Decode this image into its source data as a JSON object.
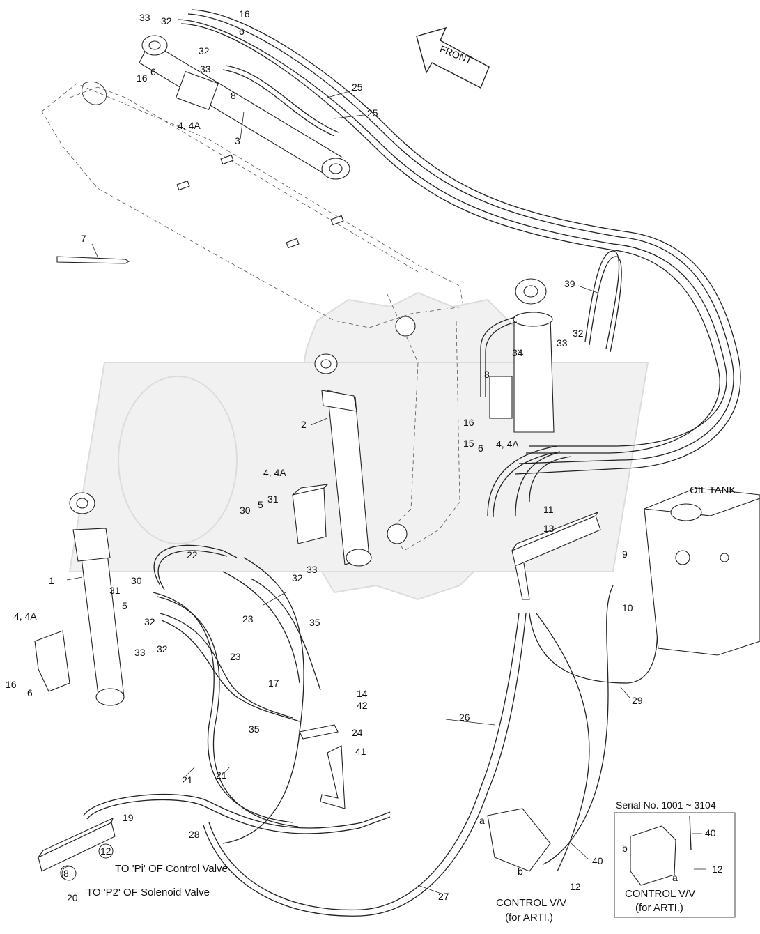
{
  "direction_arrow": {
    "text": "FRONT"
  },
  "labels": {
    "oil_tank": "OIL TANK",
    "serial": "Serial No. 1001 ~ 3104",
    "control_vv": "CONTROL V/V",
    "for_arti": "(for ARTI.)",
    "to_pi": "TO 'Pi' OF Control Valve",
    "to_p2": "TO 'P2' OF Solenoid Valve",
    "port_a": "a",
    "port_b": "b"
  },
  "callouts": [
    {
      "id": "c-33-top",
      "text": "33"
    },
    {
      "id": "c-32-top",
      "text": "32"
    },
    {
      "id": "c-16-top",
      "text": "16"
    },
    {
      "id": "c-6-top",
      "text": "6"
    },
    {
      "id": "c-32-top2",
      "text": "32"
    },
    {
      "id": "c-33-top2",
      "text": "33"
    },
    {
      "id": "c-16-left",
      "text": "16"
    },
    {
      "id": "c-6-left",
      "text": "6"
    },
    {
      "id": "c-8-top",
      "text": "8"
    },
    {
      "id": "c-4-4a-top",
      "text": "4, 4A"
    },
    {
      "id": "c-3",
      "text": "3"
    },
    {
      "id": "c-25a",
      "text": "25"
    },
    {
      "id": "c-25b",
      "text": "25"
    },
    {
      "id": "c-7",
      "text": "7"
    },
    {
      "id": "c-39",
      "text": "39"
    },
    {
      "id": "c-33-right",
      "text": "33"
    },
    {
      "id": "c-32-right",
      "text": "32"
    },
    {
      "id": "c-34",
      "text": "34"
    },
    {
      "id": "c-8-right",
      "text": "8"
    },
    {
      "id": "c-16-right",
      "text": "16"
    },
    {
      "id": "c-15",
      "text": "15"
    },
    {
      "id": "c-6-right",
      "text": "6"
    },
    {
      "id": "c-4-4a-right",
      "text": "4, 4A"
    },
    {
      "id": "c-2",
      "text": "2"
    },
    {
      "id": "c-4-4a-mid",
      "text": "4, 4A"
    },
    {
      "id": "c-30-mid",
      "text": "30"
    },
    {
      "id": "c-5-mid",
      "text": "5"
    },
    {
      "id": "c-31-mid",
      "text": "31"
    },
    {
      "id": "c-22",
      "text": "22"
    },
    {
      "id": "c-33-mid",
      "text": "33"
    },
    {
      "id": "c-32-mid",
      "text": "32"
    },
    {
      "id": "c-11",
      "text": "11"
    },
    {
      "id": "c-13",
      "text": "13"
    },
    {
      "id": "c-9",
      "text": "9"
    },
    {
      "id": "c-10",
      "text": "10"
    },
    {
      "id": "c-1",
      "text": "1"
    },
    {
      "id": "c-30-left",
      "text": "30"
    },
    {
      "id": "c-31-left",
      "text": "31"
    },
    {
      "id": "c-5-left",
      "text": "5"
    },
    {
      "id": "c-32-left",
      "text": "32"
    },
    {
      "id": "c-33-left",
      "text": "33"
    },
    {
      "id": "c-32-left2",
      "text": "32"
    },
    {
      "id": "c-4-4a-left",
      "text": "4, 4A"
    },
    {
      "id": "c-16-bl",
      "text": "16"
    },
    {
      "id": "c-6-bl",
      "text": "6"
    },
    {
      "id": "c-23a",
      "text": "23"
    },
    {
      "id": "c-35a",
      "text": "35"
    },
    {
      "id": "c-23b",
      "text": "23"
    },
    {
      "id": "c-17",
      "text": "17"
    },
    {
      "id": "c-14",
      "text": "14"
    },
    {
      "id": "c-42",
      "text": "42"
    },
    {
      "id": "c-35b",
      "text": "35"
    },
    {
      "id": "c-24",
      "text": "24"
    },
    {
      "id": "c-41",
      "text": "41"
    },
    {
      "id": "c-29",
      "text": "29"
    },
    {
      "id": "c-26",
      "text": "26"
    },
    {
      "id": "c-21a",
      "text": "21"
    },
    {
      "id": "c-21b",
      "text": "21"
    },
    {
      "id": "c-19",
      "text": "19"
    },
    {
      "id": "c-12-left",
      "text": "12"
    },
    {
      "id": "c-28",
      "text": "28"
    },
    {
      "id": "c-8-bl",
      "text": "8"
    },
    {
      "id": "c-20",
      "text": "20"
    },
    {
      "id": "c-27",
      "text": "27"
    },
    {
      "id": "c-40-mid",
      "text": "40"
    },
    {
      "id": "c-12-mid",
      "text": "12"
    },
    {
      "id": "c-40-inset",
      "text": "40"
    },
    {
      "id": "c-12-inset",
      "text": "12"
    }
  ]
}
